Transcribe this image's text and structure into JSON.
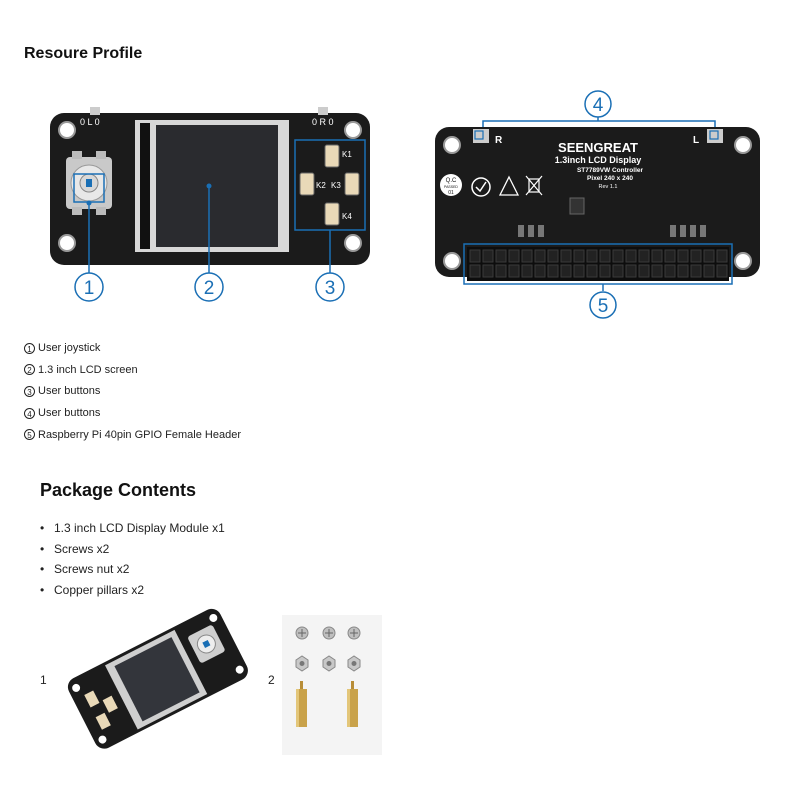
{
  "resource_profile": {
    "title": "Resoure Profile",
    "items": [
      {
        "num": "1",
        "label": "User joystick"
      },
      {
        "num": "2",
        "label": "1.3 inch LCD screen"
      },
      {
        "num": "3",
        "label": "User buttons"
      },
      {
        "num": "4",
        "label": "User buttons"
      },
      {
        "num": "5",
        "label": "Raspberry Pi 40pin GPIO Female Header"
      }
    ]
  },
  "front_board": {
    "label_l": "0 L 0",
    "label_r": "0 R 0",
    "keys": [
      "K1",
      "K2",
      "K3",
      "K4"
    ],
    "callouts": [
      "1",
      "2",
      "3"
    ]
  },
  "back_board": {
    "brand": "SEENGREAT",
    "title": "1.3inch LCD Display",
    "controller": "ST7789VW  Controller",
    "pixel": "Pixel 240 x 240",
    "rev": "Rev 1.1",
    "qc_top": "Q.C",
    "qc_mid": "PASSED",
    "qc_num": "01",
    "label_r": "R",
    "label_l": "L",
    "callouts": [
      "4",
      "5"
    ]
  },
  "package_contents": {
    "title": "Package Contents",
    "items": [
      "1.3 inch LCD Display Module x1",
      "Screws x2",
      "Screws nut x2",
      "Copper pillars x2"
    ]
  },
  "figures": {
    "label1": "1",
    "label2": "2"
  },
  "colors": {
    "accent": "#1a6fb5",
    "board": "#1b1b1b",
    "lcd": "#2a2b2f",
    "brass": "#c9a24a"
  }
}
